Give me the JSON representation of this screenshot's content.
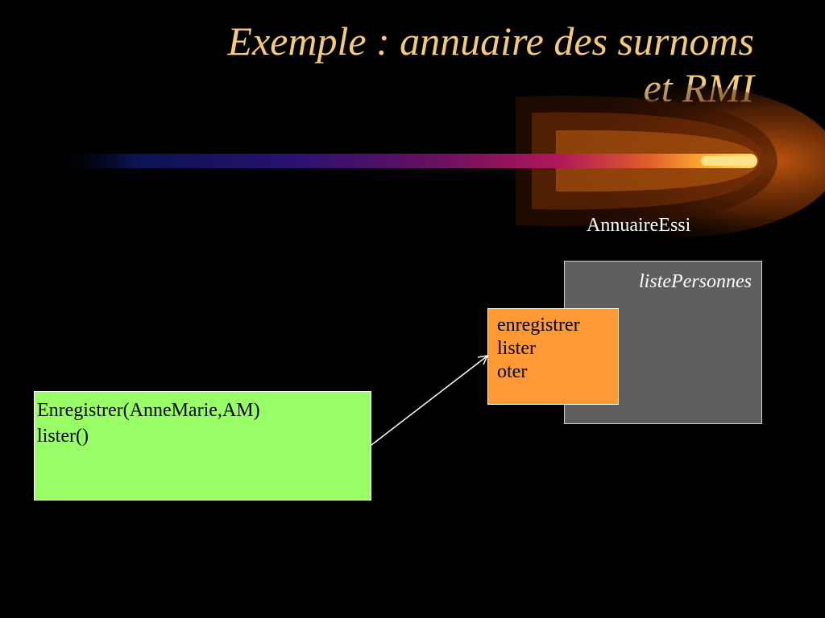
{
  "slide": {
    "title_line1": "Exemple : annuaire des surnoms",
    "title_line2": "et RMI"
  },
  "diagram": {
    "server_name": "AnnuaireEssi",
    "server_field": "listePersonnes",
    "interface_methods": [
      "enregistrer",
      "lister",
      "oter"
    ],
    "client_calls": [
      "Enregistrer(AnneMarie,AM)",
      "lister()"
    ]
  },
  "colors": {
    "title": "#f4c97a",
    "server_box": "#5f5f5f",
    "interface_box": "#ff9933",
    "client_box": "#99ff66"
  }
}
